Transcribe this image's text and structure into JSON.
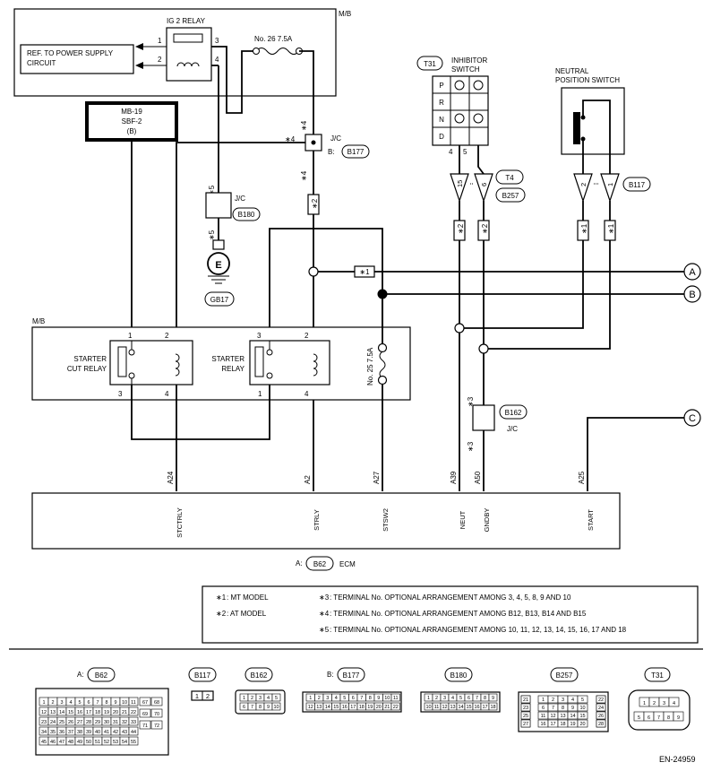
{
  "mb_top": {
    "label": "M/B"
  },
  "ig2_relay": {
    "title": "IG 2 RELAY",
    "pins": [
      "1",
      "2",
      "3",
      "4"
    ]
  },
  "ref_box": {
    "line1": "REF. TO POWER SUPPLY",
    "line2": "CIRCUIT"
  },
  "fuse26": {
    "label": "No. 26  7.5A"
  },
  "mb19": {
    "line1": "MB-19",
    "line2": "SBF-2",
    "line3": "(B)"
  },
  "jc_b177": {
    "label": "J/C",
    "prefix": "B:",
    "connector": "B177",
    "mark": "∗4"
  },
  "jc_b180": {
    "label": "J/C",
    "connector": "B180",
    "mark": "∗5"
  },
  "ground": {
    "letter": "E",
    "connector": "GB17"
  },
  "star2": "∗2",
  "star1": "∗1",
  "t31": {
    "label": "T31",
    "title1": "INHIBITOR",
    "title2": "SWITCH",
    "positions": [
      "P",
      "R",
      "N",
      "D"
    ],
    "pins": [
      "4",
      "5"
    ]
  },
  "t4": {
    "label": "T4",
    "connector": "B257",
    "pins": [
      "15",
      "6"
    ]
  },
  "neutral": {
    "title1": "NEUTRAL",
    "title2": "POSITION SWITCH",
    "connector": "B117",
    "pins": [
      "2",
      "1"
    ]
  },
  "mb_mid": {
    "label": "M/B"
  },
  "starter_cut_relay": {
    "line1": "STARTER",
    "line2": "CUT RELAY",
    "pins": [
      "1",
      "2",
      "3",
      "4"
    ]
  },
  "starter_relay": {
    "line1": "STARTER",
    "line2": "RELAY",
    "pins": [
      "3",
      "2",
      "1",
      "4"
    ]
  },
  "fuse25": {
    "label": "No. 25  7.5A"
  },
  "jc_b162": {
    "label": "J/C",
    "connector": "B162",
    "mark": "∗3"
  },
  "connectors_abc": [
    "A",
    "B",
    "C"
  ],
  "ecm": {
    "prefix": "A:",
    "connector": "B62",
    "label": "ECM",
    "terminals": [
      {
        "code": "A24",
        "name": "STCTRLY"
      },
      {
        "code": "A2",
        "name": "STRLY"
      },
      {
        "code": "A27",
        "name": "STSW2"
      },
      {
        "code": "A39",
        "name": "NEUT"
      },
      {
        "code": "A50",
        "name": "GNDBY"
      },
      {
        "code": "A25",
        "name": "START"
      }
    ]
  },
  "notes": {
    "left": [
      {
        "mark": "∗1",
        "text": " : MT MODEL"
      },
      {
        "mark": "∗2",
        "text": " : AT MODEL"
      }
    ],
    "right": [
      {
        "mark": "∗3",
        "text": " : TERMINAL No. OPTIONAL ARRANGEMENT AMONG 3, 4, 5, 8, 9 AND 10"
      },
      {
        "mark": "∗4",
        "text": " : TERMINAL No. OPTIONAL ARRANGEMENT AMONG B12, B13, B14 AND B15"
      },
      {
        "mark": "∗5",
        "text": " : TERMINAL No. OPTIONAL ARRANGEMENT AMONG 10, 11, 12, 13, 14, 15, 16, 17 AND 18"
      }
    ]
  },
  "bottom_connectors": {
    "b62": {
      "prefix": "A:",
      "name": "B62"
    },
    "b117": {
      "name": "B117"
    },
    "b162": {
      "name": "B162"
    },
    "b177": {
      "prefix": "B:",
      "name": "B177"
    },
    "b180": {
      "name": "B180"
    },
    "b257": {
      "name": "B257"
    },
    "t31": {
      "name": "T31"
    }
  },
  "figure_id": "EN-24959"
}
